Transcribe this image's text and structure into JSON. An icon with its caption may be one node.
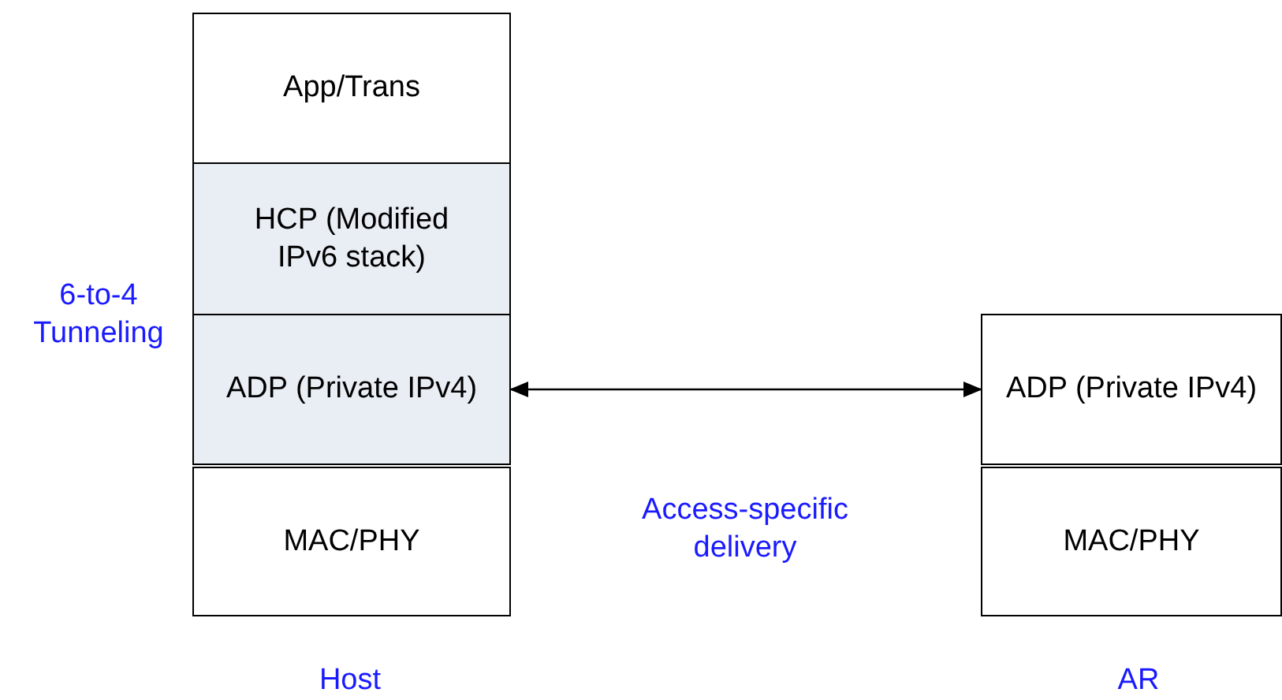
{
  "diagram": {
    "nodes": [
      {
        "text": [
          "App/Trans"
        ]
      },
      {
        "text": [
          "HCP (Modified IPv6 stack)"
        ]
      },
      {
        "text": [
          "ADP (Private IPv4)"
        ]
      },
      {
        "text": [
          "MAC/PHY"
        ]
      },
      {
        "text": [
          "ADP (Private IPv4)"
        ]
      },
      {
        "text": [
          "MAC/PHY"
        ]
      }
    ],
    "edges": [
      {
        "from": 2,
        "to": 4,
        "arrow": "both"
      }
    ],
    "labels": [
      "6-to-4 Tunneling",
      "Access-specific delivery",
      "Host",
      "AR"
    ]
  }
}
